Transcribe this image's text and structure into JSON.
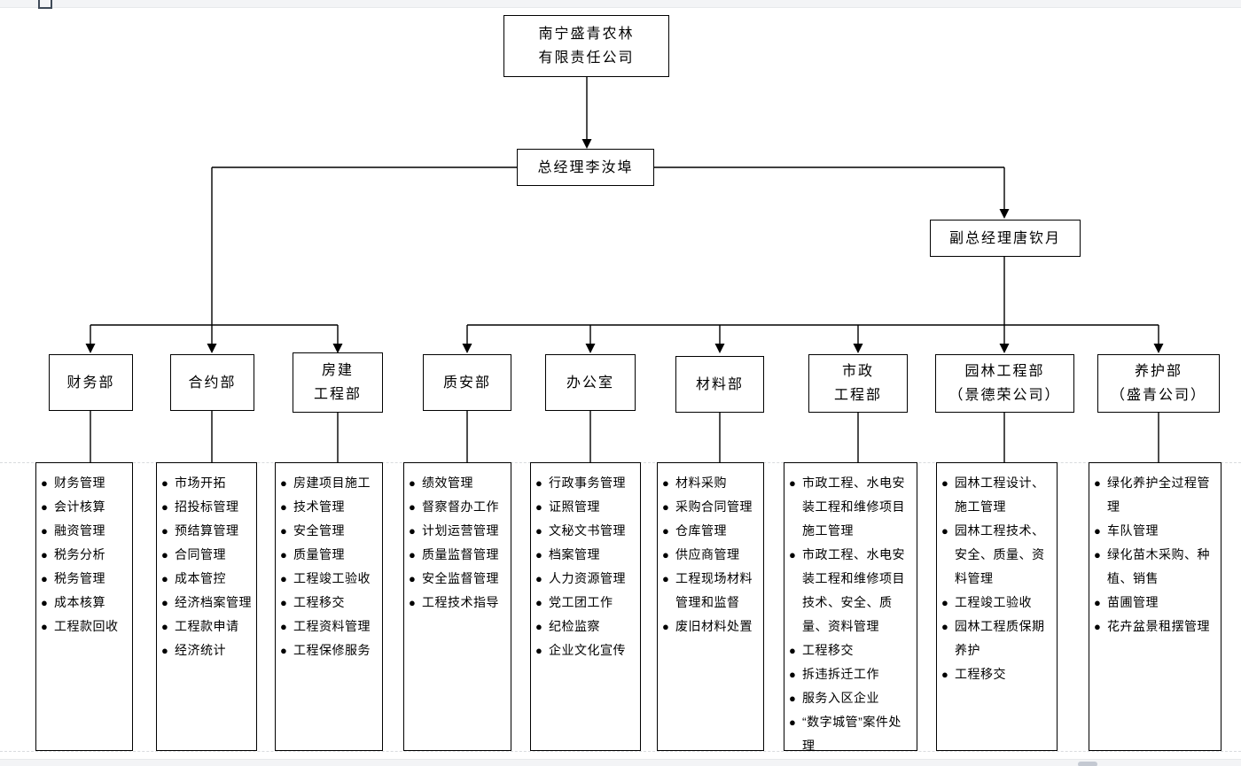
{
  "org": {
    "bullet": "●",
    "root": {
      "name_lines": [
        "南宁盛青农林",
        "有限责任公司"
      ]
    },
    "general_manager": {
      "label": "总经理李汝埠"
    },
    "deputy_general_manager": {
      "label": "副总经理唐钦月"
    },
    "departments": [
      {
        "id": "finance",
        "name_lines": [
          "财务部"
        ],
        "duties": [
          "财务管理",
          "会计核算",
          "融资管理",
          "税务分析",
          "税务管理",
          "成本核算",
          "工程款回收"
        ]
      },
      {
        "id": "contract",
        "name_lines": [
          "合约部"
        ],
        "duties": [
          "市场开拓",
          "招投标管理",
          "预结算管理",
          "合同管理",
          "成本管控",
          "经济档案管理",
          "工程款申请",
          "经济统计"
        ]
      },
      {
        "id": "housing-engineering",
        "name_lines": [
          "房建",
          "工程部"
        ],
        "duties": [
          "房建项目施工",
          "技术管理",
          "安全管理",
          "质量管理",
          "工程竣工验收",
          "工程移交",
          "工程资料管理",
          "工程保修服务"
        ]
      },
      {
        "id": "quality-safety",
        "name_lines": [
          "质安部"
        ],
        "duties": [
          "绩效管理",
          "督察督办工作",
          "计划运营管理",
          "质量监督管理",
          "安全监督管理",
          "工程技术指导"
        ]
      },
      {
        "id": "office",
        "name_lines": [
          "办公室"
        ],
        "duties": [
          "行政事务管理",
          "证照管理",
          "文秘文书管理",
          "档案管理",
          "人力资源管理",
          "党工团工作",
          "纪检监察",
          "企业文化宣传"
        ]
      },
      {
        "id": "materials",
        "name_lines": [
          "材料部"
        ],
        "duties": [
          "材料采购",
          "采购合同管理",
          "仓库管理",
          "供应商管理",
          "工程现场材料管理和监督",
          "废旧材料处置"
        ]
      },
      {
        "id": "municipal-engineering",
        "name_lines": [
          "市政",
          "工程部"
        ],
        "duties": [
          "市政工程、水电安装工程和维修项目施工管理",
          "市政工程、水电安装工程和维修项目技术、安全、质量、资料管理",
          "工程移交",
          "拆违拆迁工作",
          "服务入区企业",
          "“数字城管”案件处理"
        ]
      },
      {
        "id": "landscape-engineering",
        "name_lines": [
          "园林工程部",
          "（景德荣公司）"
        ],
        "duties": [
          "园林工程设计、施工管理",
          "园林工程技术、安全、质量、资料管理",
          "工程竣工验收",
          "园林工程质保期养护",
          "工程移交"
        ]
      },
      {
        "id": "maintenance",
        "name_lines": [
          "养护部",
          "（盛青公司）"
        ],
        "duties": [
          "绿化养护全过程管理",
          "车队管理",
          "绿化苗木采购、种植、销售",
          "苗圃管理",
          "花卉盆景租摆管理"
        ]
      }
    ]
  },
  "colors": {
    "line": "#000000",
    "chrome_bar": "#f3f4f6",
    "scroll_thumb": "#c4c9d2",
    "gridline": "#d9dbde"
  }
}
